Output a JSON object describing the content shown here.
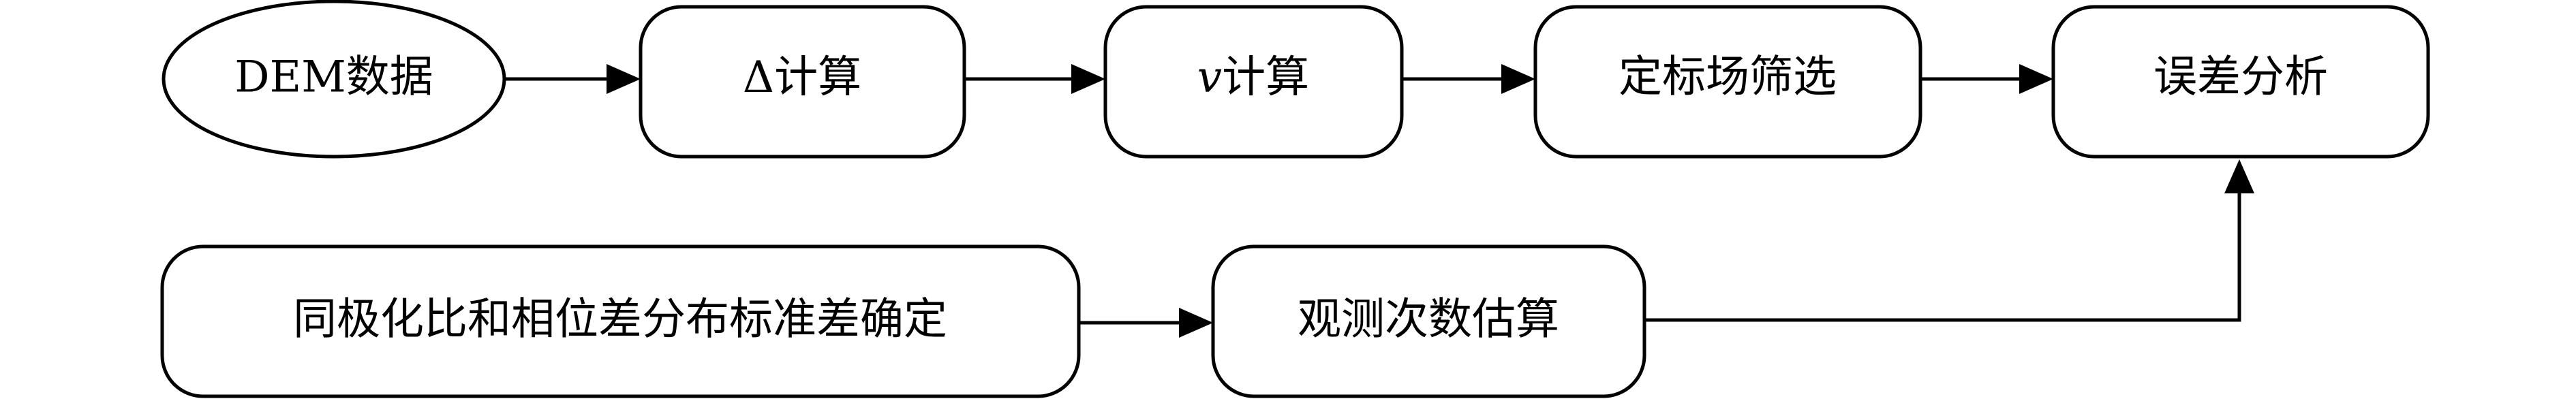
{
  "diagram": {
    "type": "flowchart",
    "colors": {
      "stroke": "#000000",
      "fill": "#ffffff",
      "text": "#000000"
    },
    "nodes": {
      "dem_data": {
        "label": "DEM数据",
        "shape": "ellipse"
      },
      "delta_calc": {
        "label_symbol": "Δ",
        "label_text": "计算",
        "shape": "rounded-rect"
      },
      "v_calc": {
        "label_symbol": "v",
        "label_text": "计算",
        "shape": "rounded-rect"
      },
      "calib_select": {
        "label": "定标场筛选",
        "shape": "rounded-rect"
      },
      "error_analysis": {
        "label": "误差分析",
        "shape": "rounded-rect"
      },
      "polar_std": {
        "label": "同极化比和相位差分布标准差确定",
        "shape": "rounded-rect"
      },
      "obs_estimate": {
        "label": "观测次数估算",
        "shape": "rounded-rect"
      }
    },
    "edges": [
      {
        "from": "dem_data",
        "to": "delta_calc"
      },
      {
        "from": "delta_calc",
        "to": "v_calc"
      },
      {
        "from": "v_calc",
        "to": "calib_select"
      },
      {
        "from": "calib_select",
        "to": "error_analysis"
      },
      {
        "from": "polar_std",
        "to": "obs_estimate"
      },
      {
        "from": "obs_estimate",
        "to": "error_analysis"
      }
    ]
  }
}
